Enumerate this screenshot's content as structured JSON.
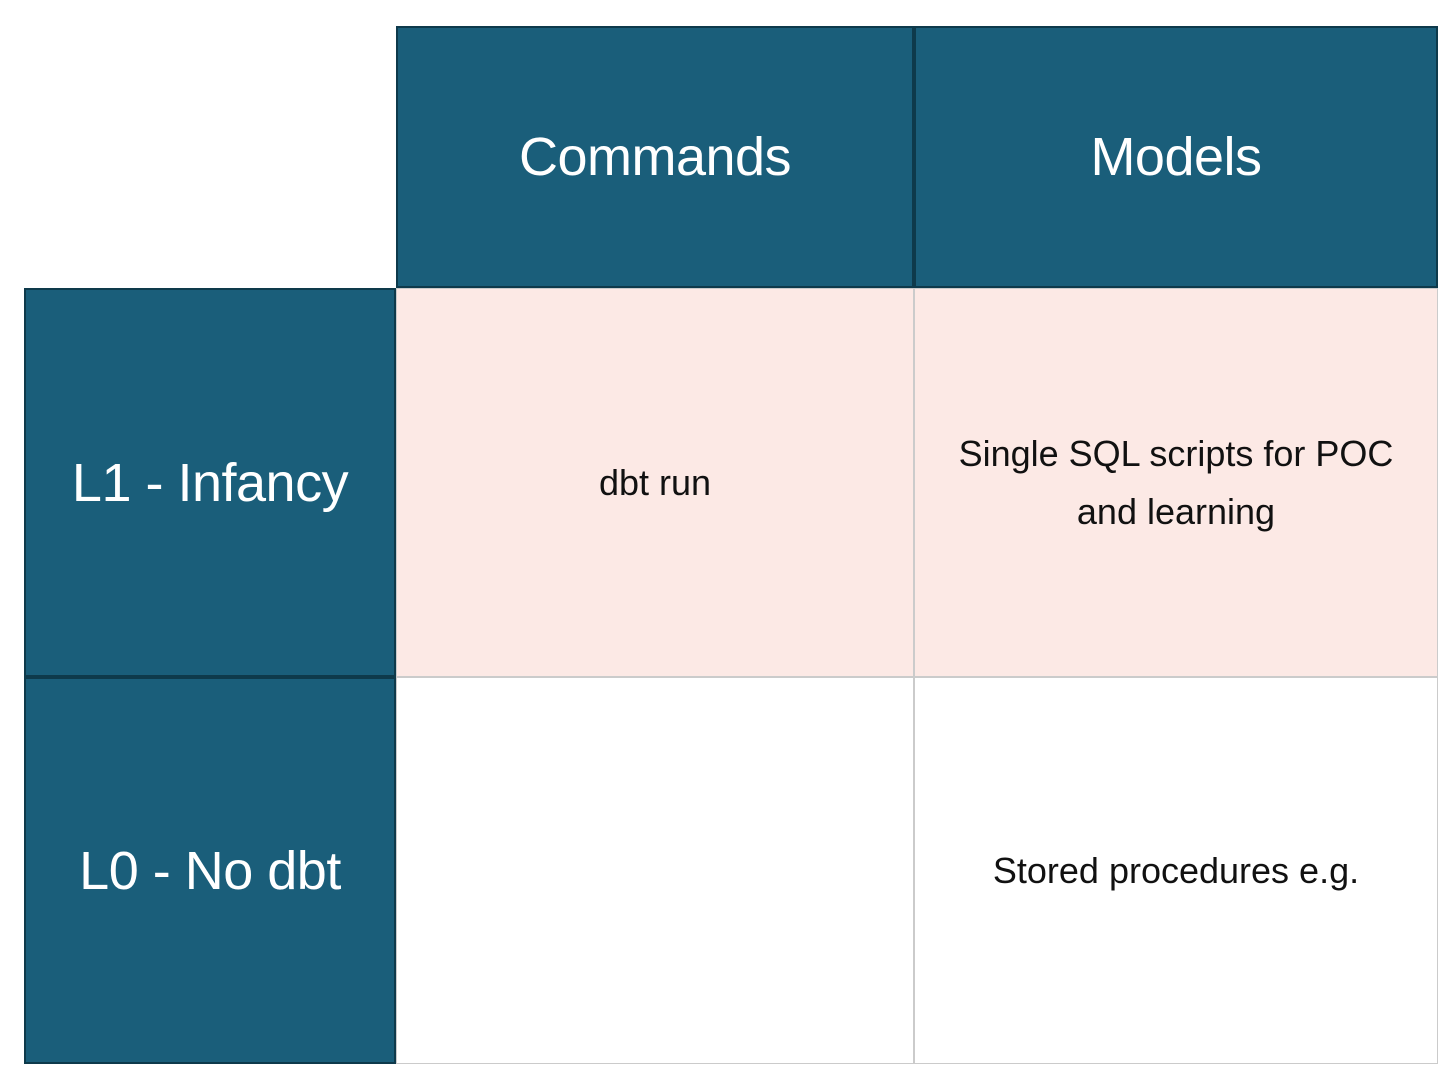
{
  "matrix": {
    "corner_label": "",
    "column_headers": [
      {
        "label": "Commands"
      },
      {
        "label": "Models"
      }
    ],
    "rows": [
      {
        "label": "L1 - Infancy",
        "highlighted": true,
        "cells": [
          {
            "column": "Commands",
            "text": "dbt run"
          },
          {
            "column": "Models",
            "text": "Single SQL scripts for POC and learning"
          }
        ]
      },
      {
        "label": "L0 - No dbt",
        "highlighted": false,
        "cells": [
          {
            "column": "Commands",
            "text": ""
          },
          {
            "column": "Models",
            "text": "Stored procedures e.g."
          }
        ]
      }
    ],
    "colors": {
      "header_bg": "#1a5e7a",
      "header_border": "#0e3a4b",
      "row_highlight_bg": "#fce9e5",
      "row_default_bg": "#ffffff",
      "grid_line": "#cbcbcb",
      "dark_text": "#111111",
      "light_text": "#ffffff"
    }
  },
  "chart_data": {
    "type": "table",
    "title": "",
    "columns": [
      "",
      "Commands",
      "Models"
    ],
    "rows": [
      [
        "L1 - Infancy",
        "dbt run",
        "Single SQL scripts for POC and learning"
      ],
      [
        "L0 - No dbt",
        "",
        "Stored procedures e.g."
      ]
    ]
  }
}
